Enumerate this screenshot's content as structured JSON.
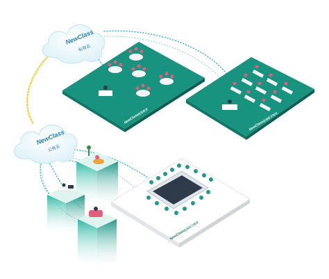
{
  "clouds": {
    "private": {
      "brand": "NewClass",
      "name": "私有云"
    },
    "public": {
      "brand": "NewClass",
      "name": "公有云"
    }
  },
  "platforms": {
    "smart_classroom": {
      "brand": "NewClass",
      "name": "智慧教室"
    },
    "recording_classroom": {
      "brand": "NewClass",
      "name": "录播教学教室"
    },
    "conference_room": {
      "brand": "NewClass",
      "name": "智慧研讨教室"
    }
  },
  "colors": {
    "teal_top": "#17937f",
    "teal_side": "#0f7766",
    "teal_dark": "#0b5f52",
    "cloud": "#e9f7fb",
    "cloud_edge": "#bfe6f0",
    "brand_text": "#2a7ea5",
    "dots": "#3fb9d8",
    "dots_yellow": "#f5d04a"
  },
  "icons": [
    "cloud-icon",
    "student-figure",
    "desk-icon",
    "laptop-icon",
    "plant-icon"
  ]
}
